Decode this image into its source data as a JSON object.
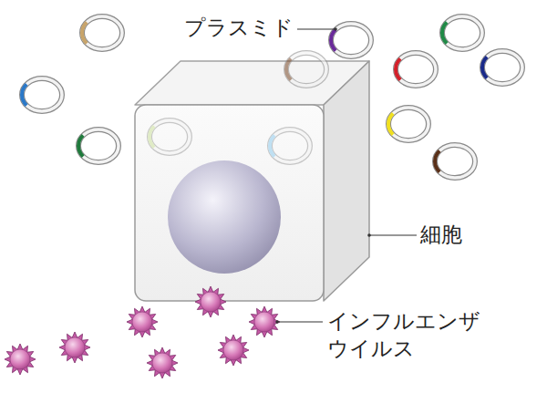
{
  "diagram": {
    "labels": [
      "プラスミド",
      "細胞",
      "インフルエンザ ウイルス"
    ]
  }
}
